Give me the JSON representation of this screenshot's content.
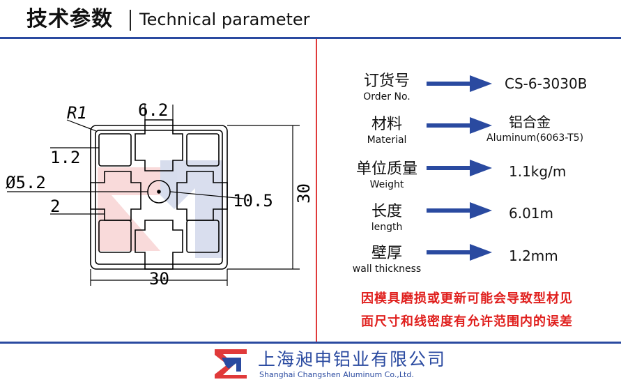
{
  "header": {
    "title_zh": "技术参数",
    "title_en": "Technical parameter"
  },
  "drawing": {
    "radius_label": "R1",
    "top_width": "6.2",
    "wall": "1.2",
    "hole": "Ø5.2",
    "web": "2",
    "slot": "10.5",
    "height": "30",
    "width": "30"
  },
  "specs": [
    {
      "label_zh": "订货号",
      "label_en": "Order No.",
      "value": "CS-6-3030B",
      "value_sub": ""
    },
    {
      "label_zh": "材料",
      "label_en": "Material",
      "value": "铝合金",
      "value_sub": "Aluminum(6063-T5)"
    },
    {
      "label_zh": "单位质量",
      "label_en": "Weight",
      "value": "1.1kg/m",
      "value_sub": ""
    },
    {
      "label_zh": "长度",
      "label_en": "length",
      "value": "6.01m",
      "value_sub": ""
    },
    {
      "label_zh": "壁厚",
      "label_en": "wall thickness",
      "value": "1.2mm",
      "value_sub": ""
    }
  ],
  "notice": {
    "line1": "因模具磨损或更新可能会导致型材见",
    "line2": "面尺寸和线密度有允许范围内的误差"
  },
  "company": {
    "name_zh": "上海昶申铝业有限公司",
    "name_en": "Shanghai  Changshen Aluminum  Co.,Ltd."
  },
  "colors": {
    "brand_blue": "#2a4aa0",
    "notice_red": "#e0201e",
    "arrow_blue": "#2a4aa0"
  },
  "icons": [
    "arrow-right-icon",
    "company-logo-icon"
  ]
}
